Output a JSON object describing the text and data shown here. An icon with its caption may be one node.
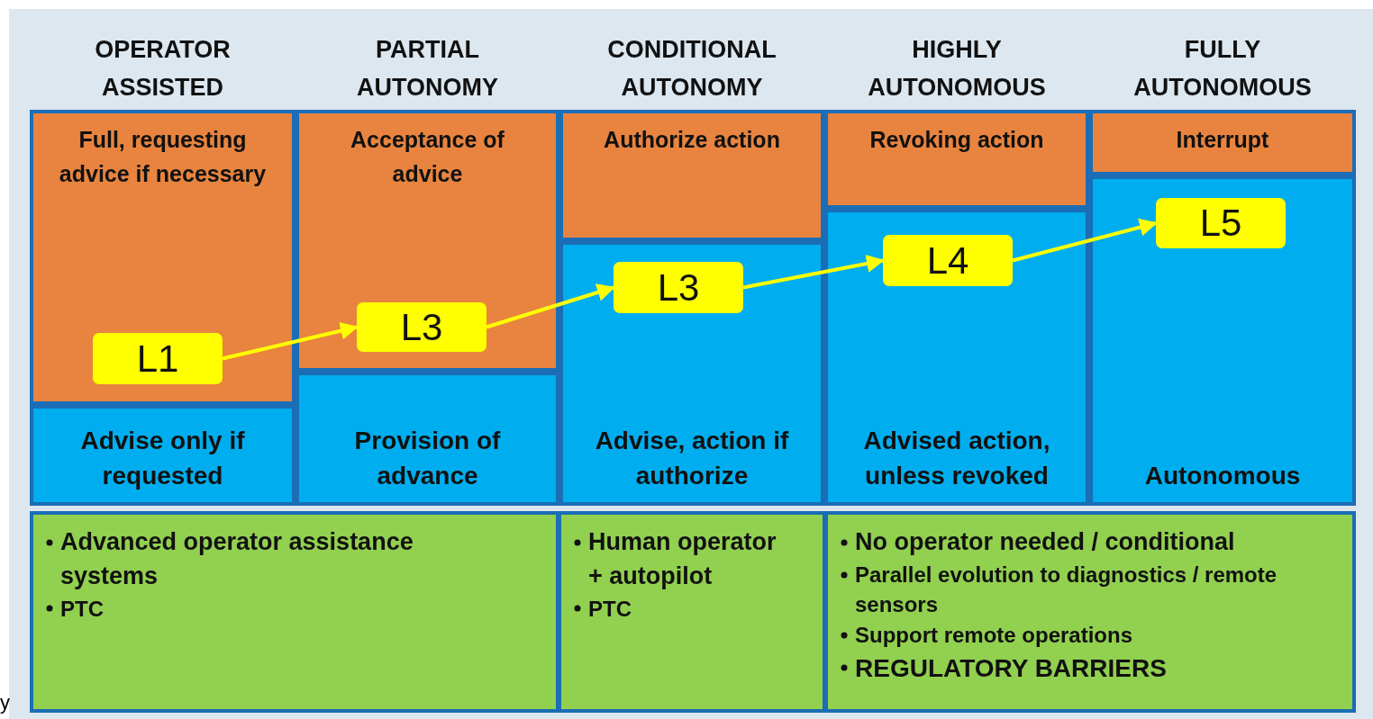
{
  "diagram": {
    "nodes": [
      {
        "text": [
          "OPERATOR ASSISTED"
        ]
      },
      {
        "text": [
          "Full, requesting advice if necessary"
        ],
        "in": 0
      },
      {
        "text": [
          "L1"
        ],
        "in": 1
      },
      {
        "text": [
          "Advise only if requested"
        ],
        "in": 0
      },
      {
        "text": [
          "PARTIAL AUTONOMY"
        ]
      },
      {
        "text": [
          "Acceptance of advice"
        ],
        "in": 4
      },
      {
        "text": [
          "L3"
        ],
        "in": 5
      },
      {
        "text": [
          "Provision of advance"
        ],
        "in": 4
      },
      {
        "text": [
          "CONDITIONAL AUTONOMY"
        ]
      },
      {
        "text": [
          "Authorize action"
        ],
        "in": 8
      },
      {
        "text": [
          "Advise, action if authorize"
        ],
        "in": 8
      },
      {
        "text": [
          "L3"
        ],
        "in": 10
      },
      {
        "text": [
          "HIGHLY AUTONOMOUS"
        ]
      },
      {
        "text": [
          "Revoking action"
        ],
        "in": 12
      },
      {
        "text": [
          "Advised action, unless revoked"
        ],
        "in": 12
      },
      {
        "text": [
          "L4"
        ],
        "in": 14
      },
      {
        "text": [
          "FULLY AUTONOMOUS"
        ]
      },
      {
        "text": [
          "Interrupt"
        ],
        "in": 16
      },
      {
        "text": [
          "Autonomous"
        ],
        "in": 16
      },
      {
        "text": [
          "L5"
        ],
        "in": 18
      },
      {
        "text": [
          "Advanced operator assistance systems",
          "PTC"
        ]
      },
      {
        "text": [
          "Human operator + autopilot",
          "PTC"
        ]
      },
      {
        "text": [
          "No operator needed / conditional",
          "Parallel evolution to diagnostics / remote sensors",
          "Support remote operations",
          "REGULATORY BARRIERS"
        ]
      }
    ],
    "edges": [
      {
        "from": 2,
        "to": 6,
        "arrow": "to"
      },
      {
        "from": 6,
        "to": 11,
        "arrow": "to"
      },
      {
        "from": 11,
        "to": 15,
        "arrow": "to"
      },
      {
        "from": 15,
        "to": 19,
        "arrow": "to"
      }
    ],
    "labels": [
      "y"
    ]
  }
}
